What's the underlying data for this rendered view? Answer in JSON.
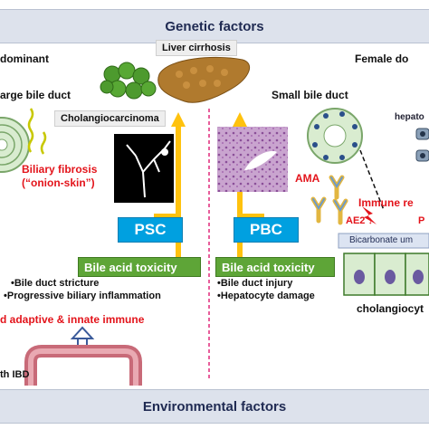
{
  "banners": {
    "top": "Genetic factors",
    "bottom": "Environmental factors"
  },
  "left": {
    "heading": "dominant",
    "duct": "arge bile duct",
    "cholangio": "Cholangiocarcinoma",
    "fibrosis_1": "Biliary fibrosis",
    "fibrosis_2": "(“onion-skin”)",
    "disease": "PSC",
    "toxicity": "Bile acid toxicity",
    "bullets": [
      "•Bile duct stricture",
      "•Progressive biliary inflammation"
    ],
    "immune": "d adaptive  & innate immune",
    "ibd": "th IBD"
  },
  "center": {
    "cirrhosis": "Liver cirrhosis"
  },
  "right": {
    "heading": "Female do",
    "duct": "Small bile duct",
    "hepato": "hepato",
    "ama": "AMA",
    "immune": "Immune re",
    "ae2": "AE2 ↓",
    "p": "P",
    "bicarb": "Bicarbonate um",
    "disease": "PBC",
    "toxicity": "Bile acid toxicity",
    "bullets": [
      "•Bile duct injury",
      "•Hepatocyte damage"
    ],
    "cholangiocyte": "cholangiocyt"
  },
  "colors": {
    "banner": "#dde2ec",
    "disease_box": "#00a0e0",
    "toxicity_box": "#5ea537",
    "arrow": "#ffc20e",
    "emphasis": "#e3141b"
  }
}
